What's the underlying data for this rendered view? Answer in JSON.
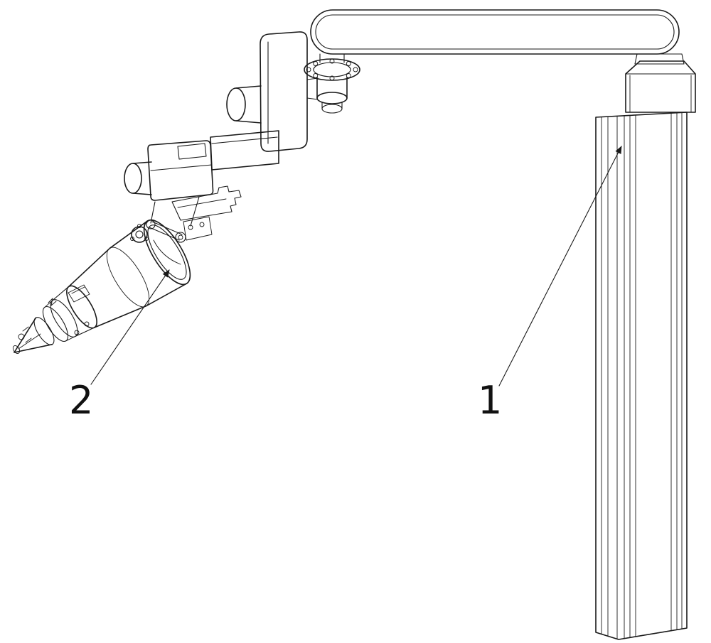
{
  "figure": {
    "kind": "patent-style line drawing",
    "subject": "robotic arm with vertical support column and end-effector tool head"
  },
  "colors": {
    "background": "#ffffff",
    "ink": "#1a1a1a",
    "label": "#111111"
  },
  "annotations": {
    "labels": [
      {
        "text": "1",
        "component": "support-column"
      },
      {
        "text": "2",
        "component": "end-effector-assembly"
      }
    ]
  }
}
